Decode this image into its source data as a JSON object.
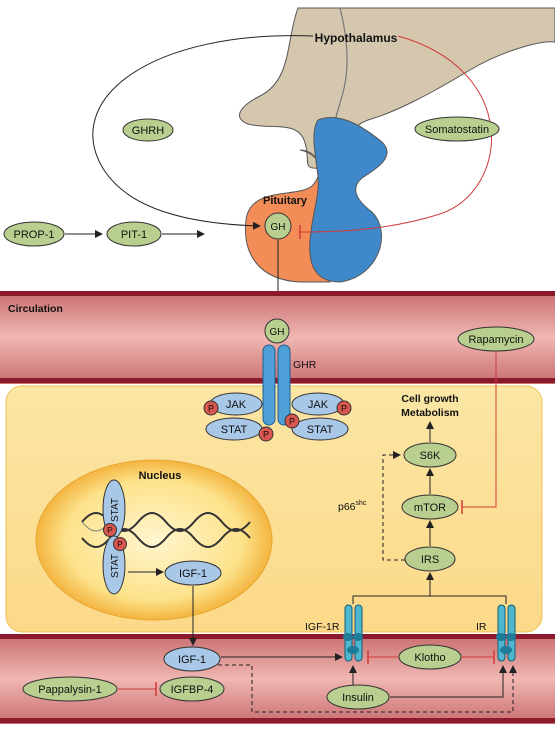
{
  "labels": {
    "hypothalamus": "Hypothalamus",
    "pituitary": "Pituitary",
    "circulation": "Circulation",
    "nucleus": "Nucleus",
    "cell_growth": "Cell growth",
    "metabolism": "Metabolism",
    "ghr": "GHR",
    "igf1r": "IGF-1R",
    "ir": "IR",
    "p66": "p66",
    "p66_sup": "shc"
  },
  "nodes": {
    "ghrh": "GHRH",
    "somatostatin": "Somatostatin",
    "prop1": "PROP-1",
    "pit1": "PIT-1",
    "gh_pituitary": "GH",
    "gh_circ": "GH",
    "rapamycin": "Rapamycin",
    "jak_left": "JAK",
    "jak_right": "JAK",
    "stat_left": "STAT",
    "stat_right": "STAT",
    "p": "P",
    "stat_top": "STAT",
    "stat_bottom": "STAT",
    "s6k": "S6K",
    "mtor": "mTOR",
    "irs": "IRS",
    "igf1_nucleus": "IGF-1",
    "igf1_circ": "IGF-1",
    "klotho": "Klotho",
    "pappalysin": "Pappalysin-1",
    "igfbp4": "IGFBP-4",
    "insulin": "Insulin"
  },
  "colors": {
    "green_node": "#b9cf8f",
    "blue_node": "#a9c7e6",
    "pituitary_orange": "#f08c55",
    "posterior_blue": "#3e86c8",
    "vessel": "#d98a88",
    "vessel_border": "#8a1a2c",
    "cell": "#fde9a6",
    "inhibit_red": "#d23a3a",
    "phospho": "#d9574f"
  }
}
